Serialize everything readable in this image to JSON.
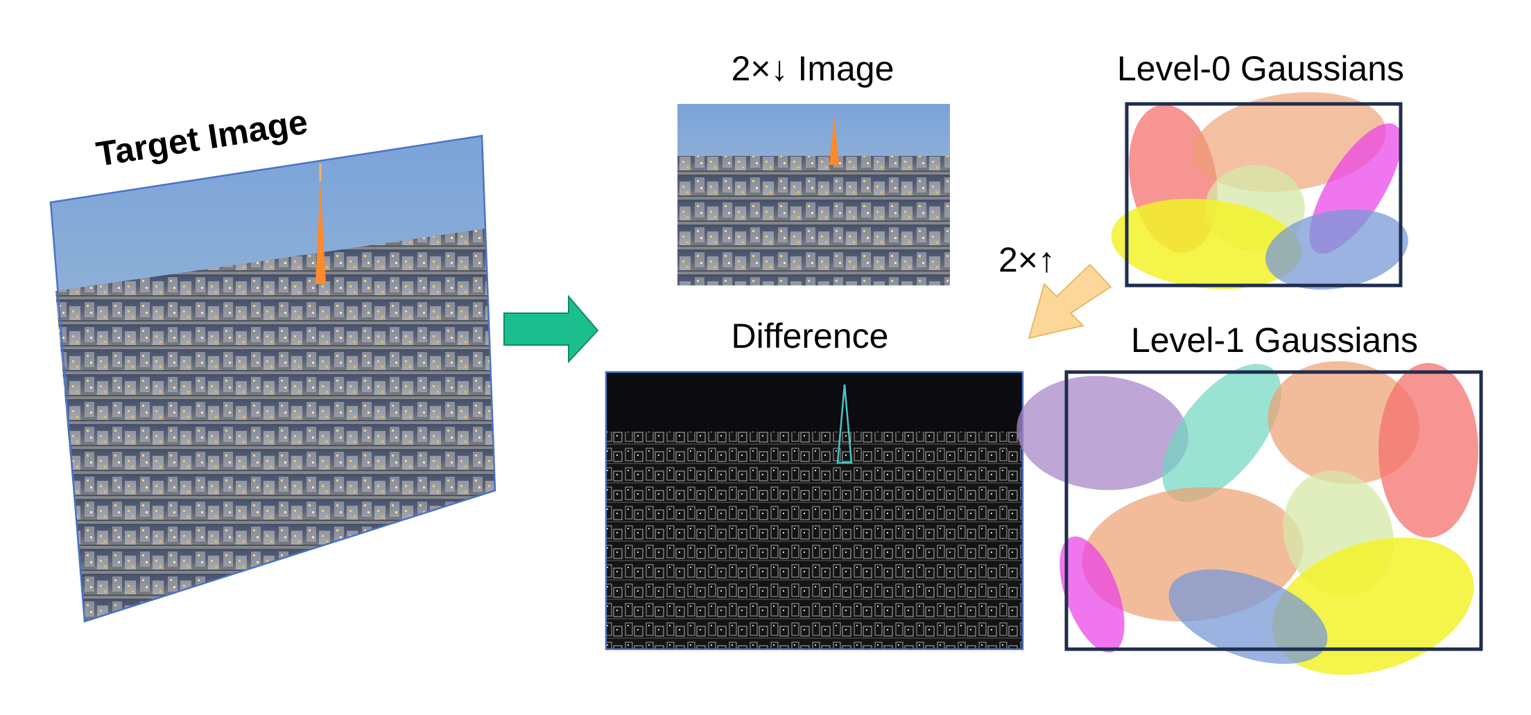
{
  "labels": {
    "target_image": "Target Image",
    "downsampled_image": "2×↓ Image",
    "level0": "Level-0 Gaussians",
    "level1": "Level-1 Gaussians",
    "difference": "Difference",
    "upsample": "2×↑"
  },
  "colors": {
    "frame": "#1f2d4e",
    "arrow_green": "#1bbf8e",
    "arrow_yellow": "#fbd79a",
    "photo_border": "#4a72c6"
  },
  "level0_gaussians": [
    {
      "color": "#f4726f",
      "opacity": 0.75
    },
    {
      "color": "#eca070",
      "opacity": 0.65
    },
    {
      "color": "#ea3cea",
      "opacity": 0.7
    },
    {
      "color": "#d6e8a8",
      "opacity": 0.75
    },
    {
      "color": "#f2f22a",
      "opacity": 0.85
    },
    {
      "color": "#7a9ad6",
      "opacity": 0.75
    }
  ],
  "level1_gaussians": [
    {
      "color": "#a888c8",
      "opacity": 0.75
    },
    {
      "color": "#6fd6be",
      "opacity": 0.7
    },
    {
      "color": "#eca070",
      "opacity": 0.7
    },
    {
      "color": "#f4726f",
      "opacity": 0.75
    },
    {
      "color": "#eca070",
      "opacity": 0.7
    },
    {
      "color": "#d6e8a8",
      "opacity": 0.75
    },
    {
      "color": "#ea3cea",
      "opacity": 0.7
    },
    {
      "color": "#f2f22a",
      "opacity": 0.85
    },
    {
      "color": "#7a9ad6",
      "opacity": 0.75
    }
  ]
}
